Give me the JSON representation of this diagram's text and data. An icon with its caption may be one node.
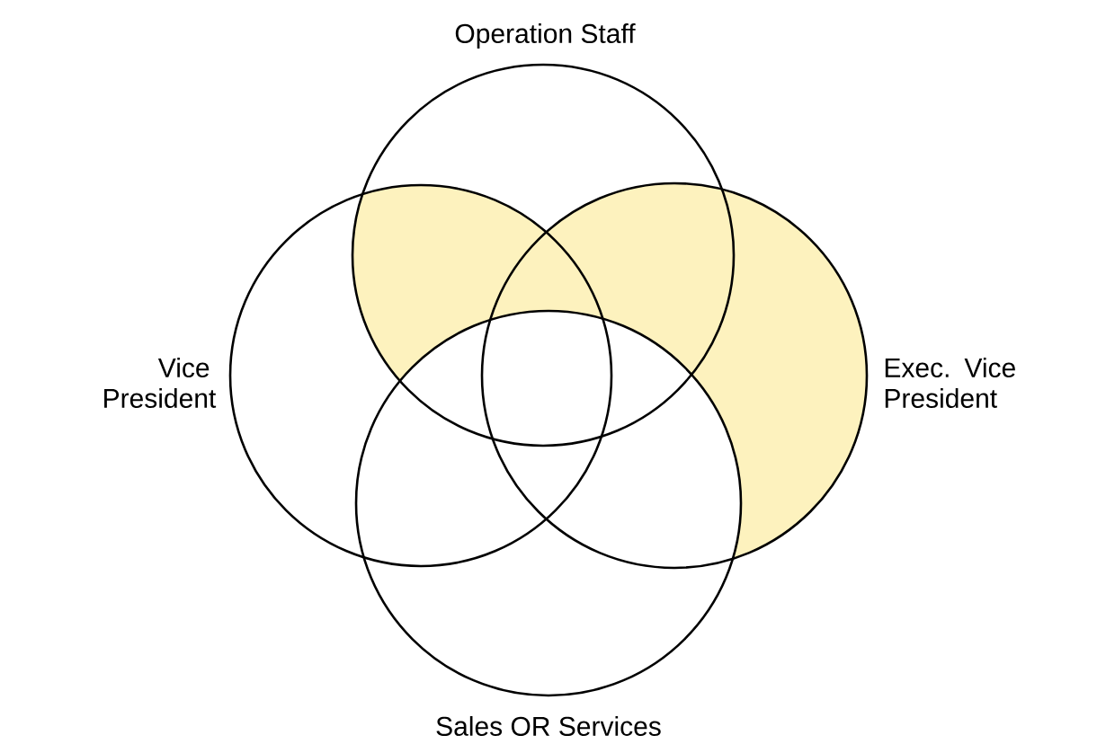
{
  "diagram": {
    "nodes": [
      {
        "text": [
          "Operation Staff"
        ]
      },
      {
        "text": [
          "Vice President"
        ]
      },
      {
        "text": [
          "Exec. Vice President"
        ]
      },
      {
        "text": [
          "Sales OR Services"
        ]
      }
    ]
  }
}
